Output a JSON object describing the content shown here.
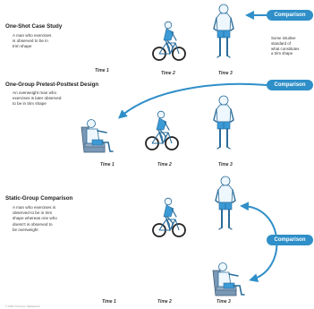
{
  "colors": {
    "accent": "#2f8fc8",
    "skin": "#eef7fd",
    "shorts": "#3b9ad6",
    "chair": "#7a98b5",
    "outline": "#2a6c9a"
  },
  "sections": [
    {
      "title": "One-Shot Case Study",
      "description": [
        "A man who exercises",
        "is observed to be in",
        "trim shape"
      ],
      "times": [
        "Time 1",
        "Time 2",
        "Time 3"
      ],
      "figures": [
        "cyclist-icon",
        "standing-man-icon"
      ]
    },
    {
      "title": "One-Group Pretest-Posttest Design",
      "description": [
        "An overweight man who",
        "exercises is later observed",
        "to be in trim shape"
      ],
      "times": [
        "Time 1",
        "Time 2",
        "Time 3"
      ],
      "figures": [
        "seated-man-icon",
        "cyclist-icon",
        "standing-man-icon"
      ]
    },
    {
      "title": "Static-Group Comparison",
      "description": [
        "A man who exercises is",
        "observed to be in trim",
        "shape whereas one who",
        "doesn't is observed to",
        "be overweight"
      ],
      "times": [
        "Time 1",
        "Time 2",
        "Time 3"
      ],
      "figures": [
        "cyclist-icon",
        "standing-man-icon",
        "seated-man-icon"
      ]
    }
  ],
  "comparison_label": "Comparison",
  "intuitive_note": [
    "Some intuitive",
    "standard of",
    "what constitutes",
    "a trim shape"
  ],
  "footer_text": "© 2004 Thomson Wadsworth"
}
